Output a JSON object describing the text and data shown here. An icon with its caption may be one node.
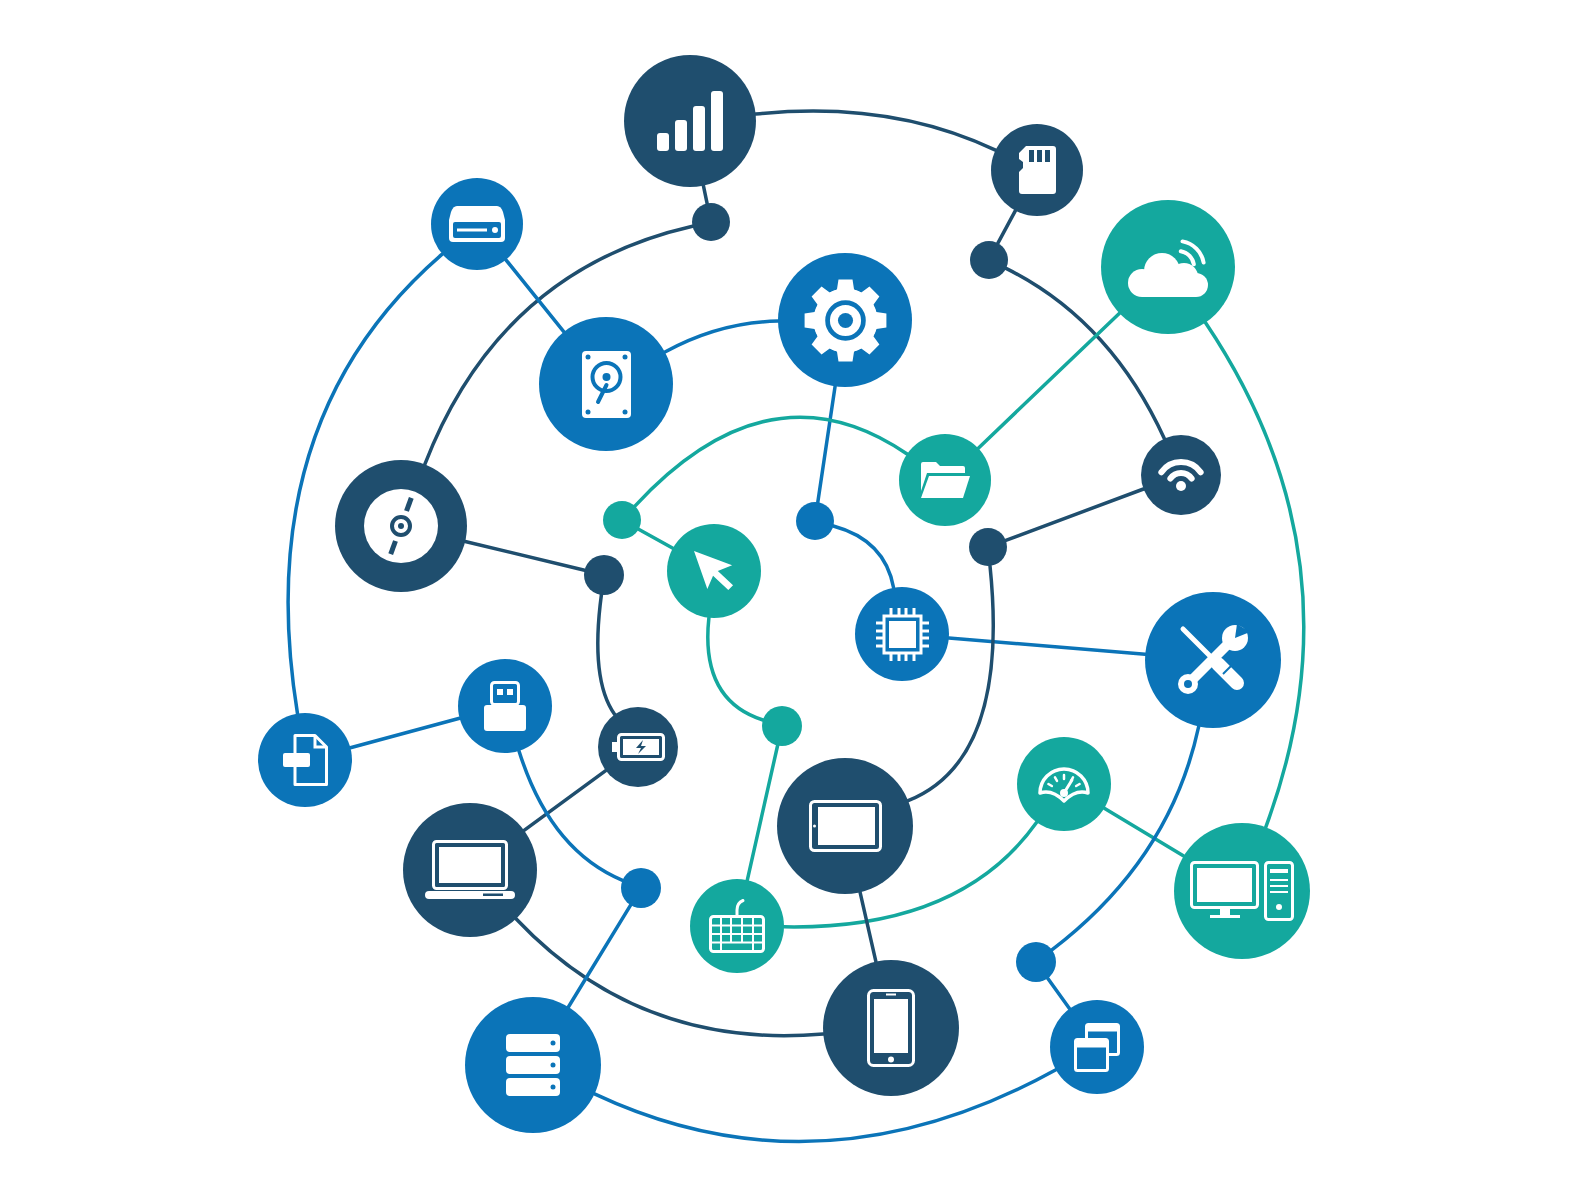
{
  "diagram": {
    "nodes": [
      {
        "text": [],
        "shape": "circle"
      },
      {
        "text": [],
        "shape": "circle"
      },
      {
        "text": [],
        "shape": "dot"
      },
      {
        "text": [],
        "shape": "dot"
      },
      {
        "text": [],
        "shape": "circle"
      },
      {
        "text": [],
        "shape": "circle"
      },
      {
        "text": [],
        "shape": "circle"
      },
      {
        "text": [],
        "shape": "circle"
      },
      {
        "text": [],
        "shape": "circle"
      },
      {
        "text": [],
        "shape": "circle"
      },
      {
        "text": [],
        "shape": "circle"
      },
      {
        "text": [],
        "shape": "dot"
      },
      {
        "text": [],
        "shape": "circle"
      },
      {
        "text": [],
        "shape": "dot"
      },
      {
        "text": [],
        "shape": "dot"
      },
      {
        "text": [],
        "shape": "dot"
      },
      {
        "text": [],
        "shape": "circle"
      },
      {
        "text": [],
        "shape": "circle"
      },
      {
        "text": [],
        "shape": "circle"
      },
      {
        "text": [],
        "shape": "circle"
      },
      {
        "text": [],
        "shape": "circle"
      },
      {
        "text": [],
        "shape": "dot"
      },
      {
        "text": [],
        "shape": "circle"
      },
      {
        "text": [],
        "shape": "circle"
      },
      {
        "text": [],
        "shape": "circle"
      },
      {
        "text": [],
        "shape": "circle"
      },
      {
        "text": [],
        "shape": "dot"
      },
      {
        "text": [],
        "shape": "circle"
      },
      {
        "text": [],
        "shape": "dot"
      },
      {
        "text": [],
        "shape": "circle"
      },
      {
        "text": [],
        "shape": "circle"
      },
      {
        "text": [],
        "shape": "circle"
      }
    ],
    "edges": [
      {
        "from": 0,
        "to": 1,
        "arrow": "none",
        "color": "#1f4e6e"
      },
      {
        "from": 0,
        "to": 2,
        "arrow": "none",
        "color": "#1f4e6e"
      },
      {
        "from": 2,
        "to": 10,
        "arrow": "none",
        "color": "#1f4e6e"
      },
      {
        "from": 1,
        "to": 3,
        "arrow": "none",
        "color": "#1f4e6e"
      },
      {
        "from": 3,
        "to": 9,
        "arrow": "none",
        "color": "#1f4e6e"
      },
      {
        "from": 4,
        "to": 7,
        "arrow": "none",
        "color": "#0b74b8"
      },
      {
        "from": 4,
        "to": 19,
        "arrow": "none",
        "color": "#0b74b8"
      },
      {
        "from": 7,
        "to": 6,
        "arrow": "none",
        "color": "#0b74b8"
      },
      {
        "from": 6,
        "to": 13,
        "arrow": "none",
        "color": "#0b74b8"
      },
      {
        "from": 13,
        "to": 16,
        "arrow": "none",
        "color": "#0b74b8"
      },
      {
        "from": 16,
        "to": 17,
        "arrow": "none",
        "color": "#0b74b8"
      },
      {
        "from": 5,
        "to": 8,
        "arrow": "none",
        "color": "#14a89e"
      },
      {
        "from": 5,
        "to": 25,
        "arrow": "none",
        "color": "#14a89e"
      },
      {
        "from": 8,
        "to": 11,
        "arrow": "none",
        "color": "#14a89e"
      },
      {
        "from": 11,
        "to": 12,
        "arrow": "none",
        "color": "#14a89e"
      },
      {
        "from": 12,
        "to": 21,
        "arrow": "none",
        "color": "#14a89e"
      },
      {
        "from": 21,
        "to": 27,
        "arrow": "none",
        "color": "#14a89e"
      },
      {
        "from": 27,
        "to": 23,
        "arrow": "none",
        "color": "#14a89e"
      },
      {
        "from": 23,
        "to": 25,
        "arrow": "none",
        "color": "#14a89e"
      },
      {
        "from": 9,
        "to": 14,
        "arrow": "none",
        "color": "#1f4e6e"
      },
      {
        "from": 14,
        "to": 22,
        "arrow": "none",
        "color": "#1f4e6e"
      },
      {
        "from": 22,
        "to": 30,
        "arrow": "none",
        "color": "#1f4e6e"
      },
      {
        "from": 10,
        "to": 15,
        "arrow": "none",
        "color": "#1f4e6e"
      },
      {
        "from": 15,
        "to": 20,
        "arrow": "none",
        "color": "#1f4e6e"
      },
      {
        "from": 20,
        "to": 24,
        "arrow": "none",
        "color": "#1f4e6e"
      },
      {
        "from": 24,
        "to": 30,
        "arrow": "none",
        "color": "#1f4e6e"
      },
      {
        "from": 19,
        "to": 18,
        "arrow": "none",
        "color": "#0b74b8"
      },
      {
        "from": 18,
        "to": 26,
        "arrow": "none",
        "color": "#0b74b8"
      },
      {
        "from": 26,
        "to": 29,
        "arrow": "none",
        "color": "#0b74b8"
      },
      {
        "from": 29,
        "to": 31,
        "arrow": "none",
        "color": "#0b74b8"
      },
      {
        "from": 31,
        "to": 28,
        "arrow": "none",
        "color": "#0b74b8"
      },
      {
        "from": 28,
        "to": 17,
        "arrow": "none",
        "color": "#0b74b8"
      }
    ]
  }
}
